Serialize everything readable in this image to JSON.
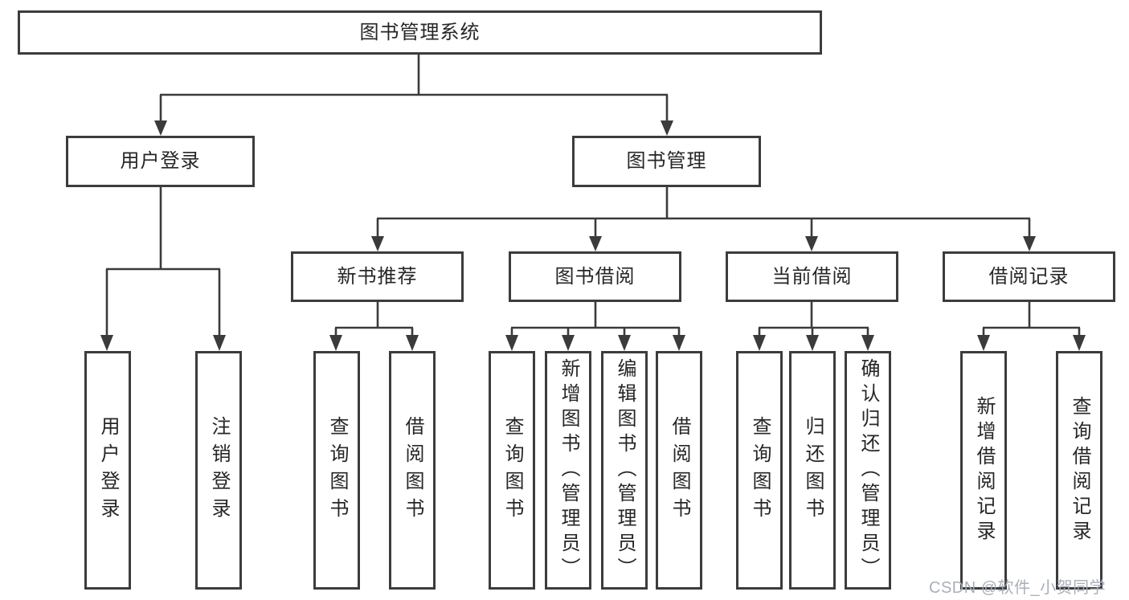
{
  "title": {
    "label": "图书管理系统"
  },
  "nodes": {
    "user_login": "用户登录",
    "book_mgmt": "图书管理",
    "new_books": "新书推荐",
    "book_borrow": "图书借阅",
    "current_borrow": "当前借阅",
    "borrow_records": "借阅记录"
  },
  "leaves": {
    "login": "用户登录",
    "logout": "注销登录",
    "nb_query": "查询图书",
    "nb_borrow": "借阅图书",
    "bb_query": "查询图书",
    "bb_add": "新增图书（管理员）",
    "bb_edit": "编辑图书（管理员）",
    "bb_borrow": "借阅图书",
    "cb_query": "查询图书",
    "cb_return": "归还图书",
    "cb_confirm": "确认归还（管理员）",
    "rec_add": "新增借阅记录",
    "rec_query": "查询借阅记录"
  },
  "watermark": "CSDN @软件_小贺同学",
  "colors": {
    "line": "#3b3b3b",
    "box_border": "#3c3c3c",
    "text": "#262626",
    "watermark": "#a4abb5",
    "background": "#ffffff"
  }
}
